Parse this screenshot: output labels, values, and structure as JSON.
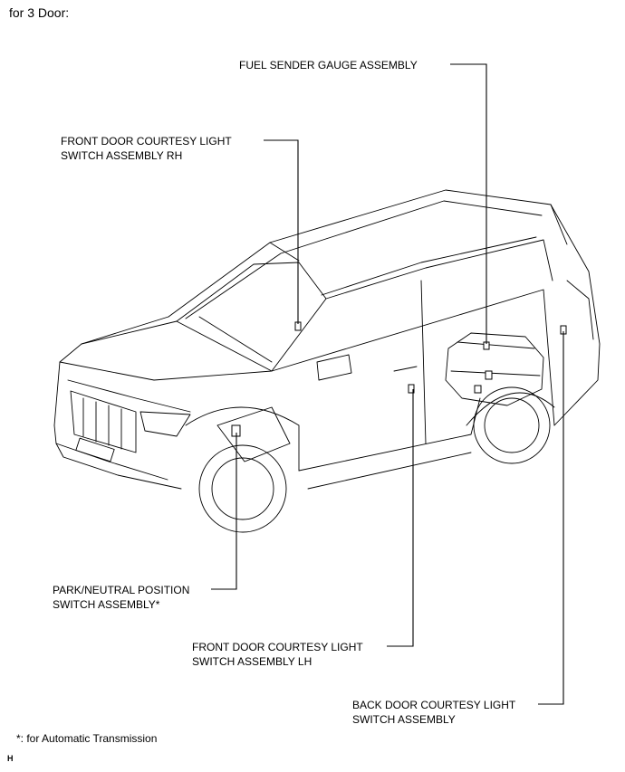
{
  "heading": "for 3 Door:",
  "labels": {
    "fuel_sender": [
      "FUEL SENDER GAUGE ASSEMBLY"
    ],
    "front_door_rh": [
      "FRONT DOOR COURTESY LIGHT",
      "SWITCH ASSEMBLY RH"
    ],
    "park_neutral": [
      "PARK/NEUTRAL POSITION",
      "SWITCH ASSEMBLY*"
    ],
    "front_door_lh": [
      "FRONT DOOR COURTESY LIGHT",
      "SWITCH ASSEMBLY LH"
    ],
    "back_door": [
      "BACK DOOR COURTESY LIGHT",
      "SWITCH ASSEMBLY"
    ]
  },
  "footnote": "*: for Automatic Transmission",
  "figure_code": "H"
}
